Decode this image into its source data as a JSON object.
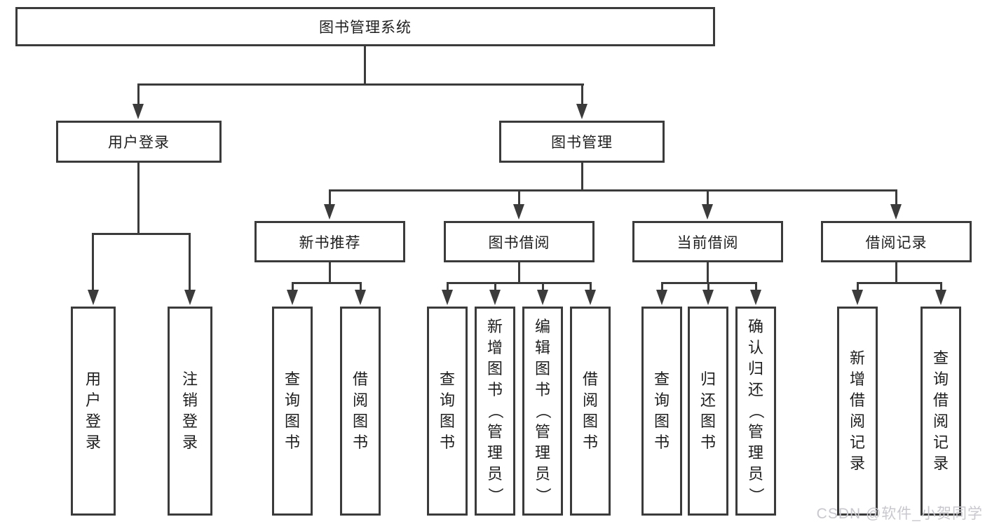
{
  "tree": {
    "root": "图书管理系统",
    "branches": [
      {
        "label": "用户登录",
        "children": [
          "用户登录",
          "注销登录"
        ]
      },
      {
        "label": "图书管理",
        "children": [
          {
            "label": "新书推荐",
            "children": [
              "查询图书",
              "借阅图书"
            ]
          },
          {
            "label": "图书借阅",
            "children": [
              "查询图书",
              "新增图书（管理员）",
              "编辑图书（管理员）",
              "借阅图书"
            ]
          },
          {
            "label": "当前借阅",
            "children": [
              "查询图书",
              "归还图书",
              "确认归还（管理员）"
            ]
          },
          {
            "label": "借阅记录",
            "children": [
              "新增借阅记录",
              "查询借阅记录"
            ]
          }
        ]
      }
    ]
  },
  "watermark": "CSDN @软件_小贺同学",
  "colors": {
    "line": "#3b3b3b",
    "text": "#1e1e1e",
    "background": "#ffffff",
    "watermark": "#c8c8ce"
  }
}
